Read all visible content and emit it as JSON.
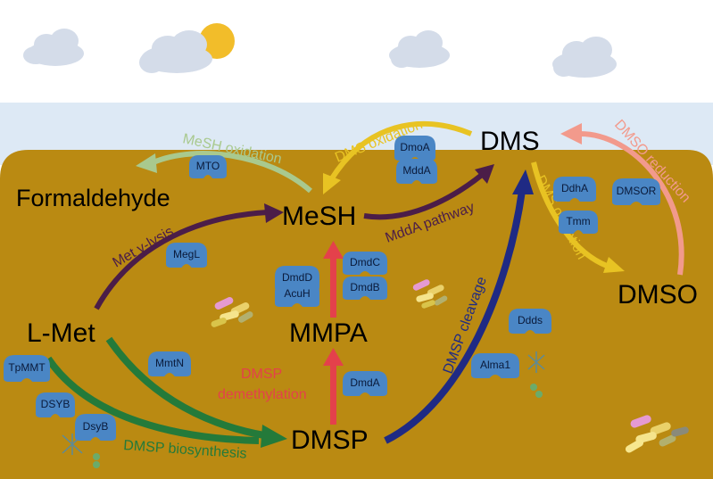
{
  "colors": {
    "sky": "#dde9f5",
    "seawater": "#ba8a12",
    "sun": "#f2bd2a",
    "cloud": "#d4dce9",
    "enzyme": "#4a86c5",
    "methionine_lysis": "#4b1d48",
    "mesh_oxidation": "#a9c98e",
    "dms_oxidation": "#e8c323",
    "dmso_reduction": "#f29a8c",
    "demethylation": "#e4414b",
    "cleavage": "#1f2a84",
    "biosynthesis": "#247a3a"
  },
  "compounds": {
    "dms": "DMS",
    "formaldehyde": "Formaldehyde",
    "mesh": "MeSH",
    "mmpa": "MMPA",
    "lmet": "L-Met",
    "dmsp": "DMSP",
    "dmso": "DMSO"
  },
  "pathways": {
    "mesh_oxidation": "MeSH oxidation",
    "dms_oxidation_left": "DMS oxidation",
    "dms_oxidation_right": "DMS oxidation",
    "dmso_reduction": "DMSO reduction",
    "met_lysis": "Met γ-lysis",
    "mdda_pathway": "MddA pathway",
    "dmsp_cleavage": "DMSP cleavage",
    "dmsp_demethylation_1": "DMSP",
    "dmsp_demethylation_2": "demethylation",
    "dmsp_biosynthesis": "DMSP biosynthesis"
  },
  "enzymes": {
    "mto": "MTO",
    "dmoa": "DmoA",
    "mdda": "MddA",
    "ddha": "DdhA",
    "dmsor": "DMSOR",
    "tmm": "Tmm",
    "megl": "MegL",
    "dmdd": "DmdD",
    "dmdc": "DmdC",
    "acuh": "AcuH",
    "dmdb": "DmdB",
    "dmda": "DmdA",
    "mmtn": "MmtN",
    "ddds": "Ddds",
    "alma1": "Alma1",
    "tpmmt": "TpMMT",
    "dsyb_upper": "DSYB",
    "dsyb_lower": "DsyB"
  },
  "icons": [
    "sun-icon",
    "cloud-icon",
    "bacteria-icon",
    "phytoplankton-icon"
  ]
}
